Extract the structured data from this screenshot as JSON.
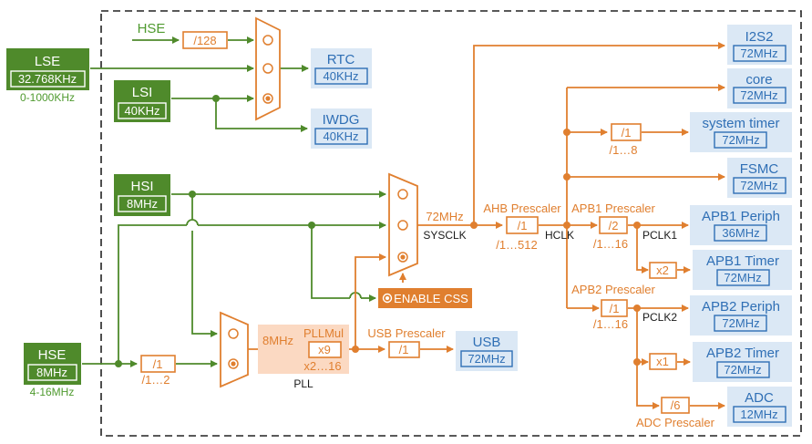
{
  "sources": {
    "lse": {
      "name": "LSE",
      "freq": "32.768KHz",
      "range": "0-1000KHz"
    },
    "lsi": {
      "name": "LSI",
      "freq": "40KHz"
    },
    "hsi": {
      "name": "HSI",
      "freq": "8MHz"
    },
    "hse": {
      "name": "HSE",
      "freq": "8MHz",
      "range": "4-16MHz"
    },
    "hse_top": {
      "name": "HSE"
    }
  },
  "outputs": {
    "rtc": {
      "name": "RTC",
      "freq": "40KHz"
    },
    "iwdg": {
      "name": "IWDG",
      "freq": "40KHz"
    },
    "i2s2": {
      "name": "I2S2",
      "freq": "72MHz"
    },
    "core": {
      "name": "core",
      "freq": "72MHz"
    },
    "system_timer": {
      "name": "system timer",
      "freq": "72MHz"
    },
    "fsmc": {
      "name": "FSMC",
      "freq": "72MHz"
    },
    "apb1_periph": {
      "name": "APB1 Periph",
      "freq": "36MHz"
    },
    "apb1_timer": {
      "name": "APB1 Timer",
      "freq": "72MHz"
    },
    "apb2_periph": {
      "name": "APB2 Periph",
      "freq": "72MHz"
    },
    "apb2_timer": {
      "name": "APB2 Timer",
      "freq": "72MHz"
    },
    "adc": {
      "name": "ADC",
      "freq": "12MHz"
    },
    "usb": {
      "name": "USB",
      "freq": "72MHz"
    }
  },
  "dividers": {
    "hse_rtc": "/128",
    "hse_pll": "/1",
    "hse_pll_range": "/1…2",
    "ahb": "/1",
    "ahb_range": "/1…512",
    "systick": "/1",
    "systick_range": "/1…8",
    "apb1": "/2",
    "apb1_range": "/1…16",
    "apb2": "/1",
    "apb2_range": "/1…16",
    "apb1_timer_mul": "x2",
    "apb2_timer_mul": "x1",
    "adc": "/6",
    "usb": "/1",
    "pll_mul": "x9",
    "pll_mul_range": "x2…16"
  },
  "labels": {
    "sysclk_freq": "72MHz",
    "sysclk": "SYSCLK",
    "ahb_prescaler": "AHB Prescaler",
    "hclk": "HCLK",
    "apb1_prescaler": "APB1 Prescaler",
    "apb2_prescaler": "APB2 Prescaler",
    "pclk1": "PCLK1",
    "pclk2": "PCLK2",
    "adc_prescaler": "ADC Prescaler",
    "usb_prescaler": "USB Prescaler",
    "pll_mul": "PLLMul",
    "pll": "PLL",
    "pll_in_freq": "8MHz",
    "enable_css": "ENABLE CSS"
  },
  "colors": {
    "green": "#4f8a2b",
    "green_text": "#4f9a2f",
    "orange": "#e07f2f",
    "blue": "#2f6fb5",
    "blue_fill": "#dbe8f5",
    "pll_fill": "#fbd9c2"
  }
}
